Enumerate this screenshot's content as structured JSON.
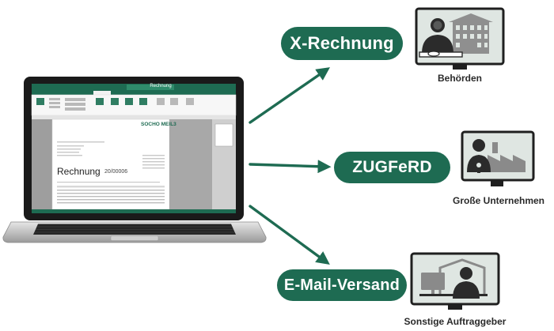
{
  "channels": [
    {
      "id": "x-rechnung",
      "label": "X-Rechnung",
      "recipient": "Behörden"
    },
    {
      "id": "zugferd",
      "label": "ZUGFeRD",
      "recipient": "Große Unternehmen"
    },
    {
      "id": "email",
      "label": "E-Mail-Versand",
      "recipient": "Sonstige Auftraggeber"
    }
  ],
  "laptop_screen": {
    "window_title": "Rechnung",
    "document_heading": "Rechnung",
    "document_number": "20/00006",
    "company_logo_text": "SOCHO MEIL3"
  },
  "colors": {
    "pill_green": "#1e6b52",
    "arrow_green": "#1e6b52",
    "monitor_screen": "#dfe6e2",
    "icon_dark": "#2b2b2b",
    "monitor_frame": "#1f1f1f"
  }
}
